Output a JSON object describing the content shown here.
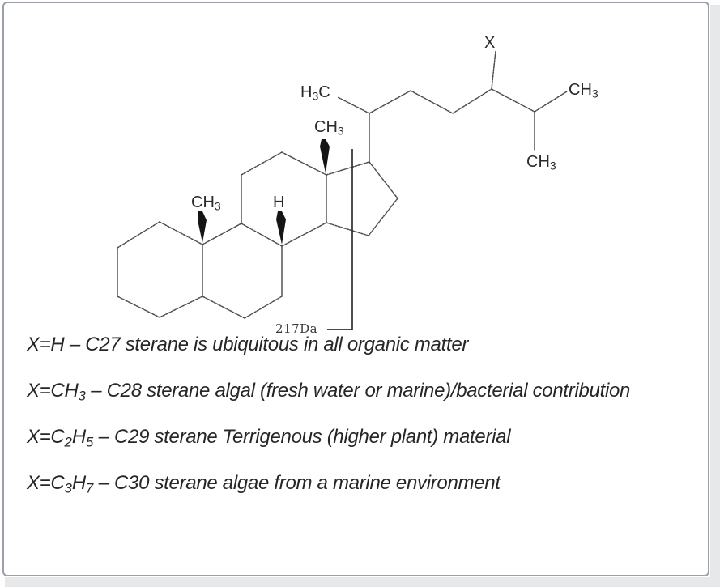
{
  "theme": {
    "border_color": "#9aa0a6",
    "canvas_color": "#ffffff",
    "outer_margin_color": "#e7e8ea",
    "text_color": "#262626",
    "bond_color": "#474747"
  },
  "molecule": {
    "atom_labels": [
      {
        "name": "methyl-h3c",
        "segments": [
          {
            "t": "H"
          },
          {
            "t": "3",
            "sub": true
          },
          {
            "t": "C"
          }
        ]
      },
      {
        "name": "substituent-x",
        "segments": [
          {
            "t": "X"
          }
        ]
      },
      {
        "name": "methyl-ch3-chain-upper",
        "segments": [
          {
            "t": "CH"
          },
          {
            "t": "3",
            "sub": true
          }
        ]
      },
      {
        "name": "methyl-ch3-chain-lower",
        "segments": [
          {
            "t": "CH"
          },
          {
            "t": "3",
            "sub": true
          }
        ]
      },
      {
        "name": "methyl-ch3-c10",
        "segments": [
          {
            "t": "CH"
          },
          {
            "t": "3",
            "sub": true
          }
        ]
      },
      {
        "name": "methyl-ch3-c13",
        "segments": [
          {
            "t": "CH"
          },
          {
            "t": "3",
            "sub": true
          }
        ]
      },
      {
        "name": "hydrogen-c8",
        "segments": [
          {
            "t": "H"
          }
        ]
      }
    ],
    "fragment_mass_label": {
      "text": "217Da"
    },
    "bonds": [
      [
        145,
        306,
        197,
        274
      ],
      [
        197,
        274,
        250,
        302
      ],
      [
        250,
        302,
        250,
        366
      ],
      [
        250,
        366,
        197,
        392
      ],
      [
        197,
        392,
        145,
        366
      ],
      [
        145,
        366,
        145,
        306
      ],
      [
        250,
        302,
        298,
        276
      ],
      [
        298,
        276,
        348,
        304
      ],
      [
        348,
        304,
        348,
        366
      ],
      [
        348,
        366,
        302,
        393
      ],
      [
        302,
        393,
        250,
        366
      ],
      [
        298,
        276,
        298,
        216
      ],
      [
        298,
        216,
        348,
        188
      ],
      [
        348,
        188,
        403,
        216
      ],
      [
        403,
        216,
        403,
        275
      ],
      [
        403,
        275,
        348,
        304
      ],
      [
        403,
        216,
        456,
        200
      ],
      [
        456,
        200,
        491,
        245
      ],
      [
        491,
        245,
        455,
        291
      ],
      [
        455,
        291,
        403,
        275
      ],
      [
        456,
        200,
        456,
        140
      ],
      [
        456,
        140,
        417,
        120
      ],
      [
        456,
        140,
        507,
        112
      ],
      [
        507,
        112,
        559,
        140
      ],
      [
        559,
        140,
        607,
        110
      ],
      [
        607,
        110,
        612,
        63
      ],
      [
        607,
        110,
        660,
        138
      ],
      [
        660,
        138,
        700,
        113
      ],
      [
        660,
        138,
        660,
        185
      ]
    ],
    "bracket": [
      [
        404,
        407,
        435,
        407
      ],
      [
        435,
        407,
        435,
        184
      ]
    ],
    "wedge_bonds": [
      "245,261 250,261 255,272 250,300 244,272",
      "397,172 402,172 407,181 402,214 395,181",
      "343,261 348,261 353,271 348,302 341,271"
    ]
  },
  "annotations": {
    "lines": [
      {
        "id": "c27",
        "segments": [
          {
            "t": "X=H – C27 sterane is ubiquitous in all organic matter"
          }
        ]
      },
      {
        "id": "c28",
        "segments": [
          {
            "t": "X=CH"
          },
          {
            "t": "3",
            "sub": true
          },
          {
            "t": " – C28 sterane algal (fresh water or marine)/bacterial contribution"
          }
        ]
      },
      {
        "id": "c29",
        "segments": [
          {
            "t": "X=C"
          },
          {
            "t": "2",
            "sub": true
          },
          {
            "t": "H"
          },
          {
            "t": "5",
            "sub": true
          },
          {
            "t": " – C29 sterane Terrigenous (higher plant) material"
          }
        ]
      },
      {
        "id": "c30",
        "segments": [
          {
            "t": "X=C"
          },
          {
            "t": "3",
            "sub": true
          },
          {
            "t": "H"
          },
          {
            "t": "7",
            "sub": true
          },
          {
            "t": " – C30 sterane algae from a marine environment"
          }
        ]
      }
    ]
  }
}
